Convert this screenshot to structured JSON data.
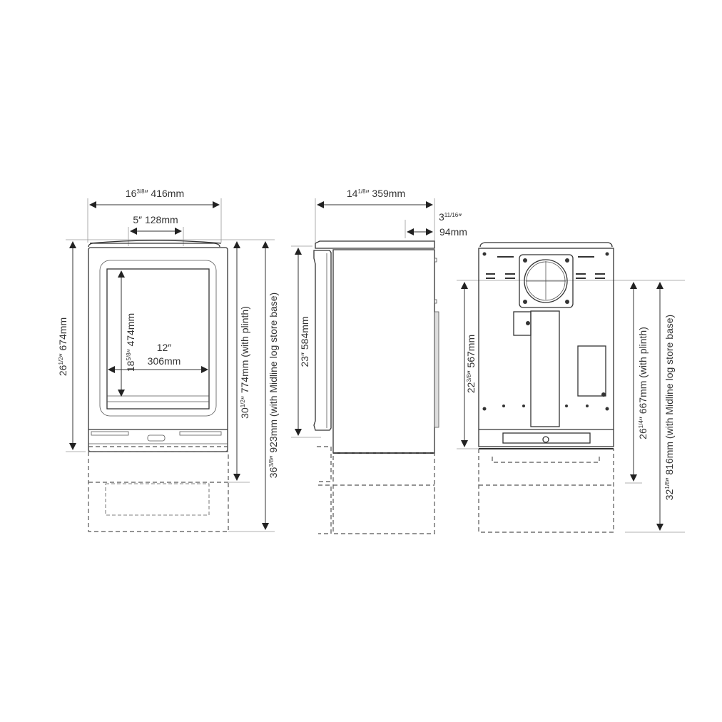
{
  "diagram": {
    "type": "stove-dimension-drawing",
    "views": [
      {
        "name": "front",
        "dimensions": {
          "overall_width": {
            "imperial": "16",
            "frac": "3/8",
            "unit": "″",
            "metric": "416mm"
          },
          "flue_offset": {
            "imperial": "5″",
            "metric": "128mm"
          },
          "glass_width": {
            "imperial": "12″",
            "metric": "306mm"
          },
          "glass_height": {
            "imperial": "18",
            "frac": "5/8",
            "unit": "″",
            "metric": "474mm"
          },
          "height": {
            "imperial": "26",
            "frac": "1/2",
            "unit": "″",
            "metric": "674mm"
          },
          "height_plinth": {
            "imperial": "30",
            "frac": "1/2",
            "unit": "″",
            "metric": "774mm",
            "note": "(with plinth)"
          },
          "height_logstore": {
            "imperial": "36",
            "frac": "3/8",
            "unit": "″",
            "metric": "923mm",
            "note": "(with Midline log store base)"
          }
        }
      },
      {
        "name": "side",
        "dimensions": {
          "depth": {
            "imperial": "14",
            "frac": "1/8",
            "unit": "″",
            "metric": "359mm"
          },
          "flue_from_rear": {
            "imperial": "3",
            "frac": "11/16",
            "unit": "″",
            "metric": "94mm"
          },
          "door_height": {
            "imperial": "23″",
            "metric": "584mm"
          }
        }
      },
      {
        "name": "rear",
        "dimensions": {
          "flue_height": {
            "imperial": "22",
            "frac": "3/8",
            "unit": "″",
            "metric": "567mm"
          },
          "flue_height_plinth": {
            "imperial": "26",
            "frac": "1/4",
            "unit": "″",
            "metric": "667mm",
            "note": "(with plinth)"
          },
          "flue_height_logstore": {
            "imperial": "32",
            "frac": "1/8",
            "unit": "″",
            "metric": "816mm",
            "note": "(with Midline log store base)"
          }
        }
      }
    ],
    "colors": {
      "line": "#333333",
      "background": "#ffffff",
      "extension": "#999999"
    }
  }
}
